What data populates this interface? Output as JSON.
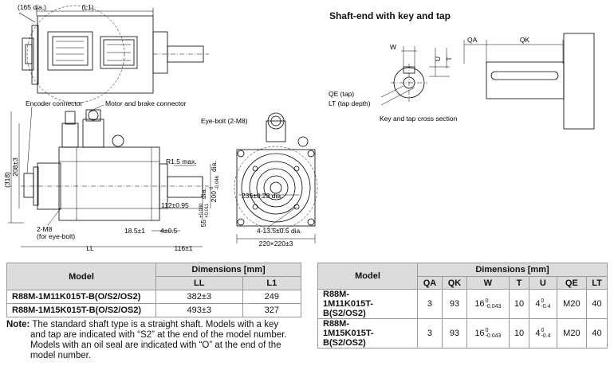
{
  "front_view_labels": {
    "dia165": "(165 dia.)",
    "l1": "(L1)",
    "encoder_connector": "Encoder connector",
    "motor_brake_connector": "Motor and brake connector",
    "eye_bolt": "Eye-bolt (2-M8)",
    "r15": "R1.5 max.",
    "h208": "208±3",
    "h318": "(318)",
    "d200": "200",
    "d200_tol_upper": "0",
    "d200_tol_lower": "-0.046",
    "d200_unit": "dia.",
    "l112": "112±0.95",
    "d55": "55",
    "d55_tol_upper": "+0.030",
    "d55_tol_lower": "+0.011",
    "d55_unit": "dia.",
    "m8": "2-M8",
    "for_eye_bolt": "(for eye-bolt)",
    "l185": "18.5±1",
    "l4": "4±0.5",
    "ll": "LL",
    "l116": "116±1",
    "pcd": "235±0.23 dia.",
    "holes": "4-13.5±0.5 dia.",
    "square": "220×220±3"
  },
  "shaft_section": {
    "title": "Shaft-end with key and tap",
    "qa": "QA",
    "qk": "QK",
    "w": "W",
    "u": "U",
    "t": "T",
    "qe": "QE (tap)",
    "lt": "LT (tap depth)",
    "cross": "Key and tap cross section"
  },
  "table1": {
    "model_header": "Model",
    "dimensions_header": "Dimensions [mm]",
    "columns": [
      "LL",
      "L1"
    ],
    "rows": [
      {
        "model": "R88M-1M11K015T-B(O/S2/OS2)",
        "ll": "382±3",
        "l1": "249"
      },
      {
        "model": "R88M-1M15K015T-B(O/S2/OS2)",
        "ll": "493±3",
        "l1": "327"
      }
    ]
  },
  "note": {
    "label": "Note:",
    "lines": [
      "The standard shaft type is a straight shaft. Models with a key",
      "and tap are indicated with “S2” at the end of the model number.",
      "Models with an oil seal are indicated with “O” at the end of the",
      "model number."
    ]
  },
  "table2": {
    "model_header": "Model",
    "dimensions_header": "Dimensions [mm]",
    "columns": [
      "QA",
      "QK",
      "W",
      "T",
      "U",
      "QE",
      "LT"
    ],
    "rows": [
      {
        "model_line1": "R88M-",
        "model_line2": "1M11K015T-B(S2/OS2)",
        "qa": "3",
        "qk": "93",
        "w": "16",
        "w_upper": "0",
        "w_lower": "-0.043",
        "t": "10",
        "u": "4",
        "u_upper": "0",
        "u_lower": "-0.4",
        "qe": "M20",
        "lt": "40"
      },
      {
        "model_line1": "R88M-",
        "model_line2": "1M15K015T-B(S2/OS2)",
        "qa": "3",
        "qk": "93",
        "w": "16",
        "w_upper": "0",
        "w_lower": "-0.043",
        "t": "10",
        "u": "4",
        "u_upper": "0",
        "u_lower": "-0.4",
        "qe": "M20",
        "lt": "40"
      }
    ]
  }
}
